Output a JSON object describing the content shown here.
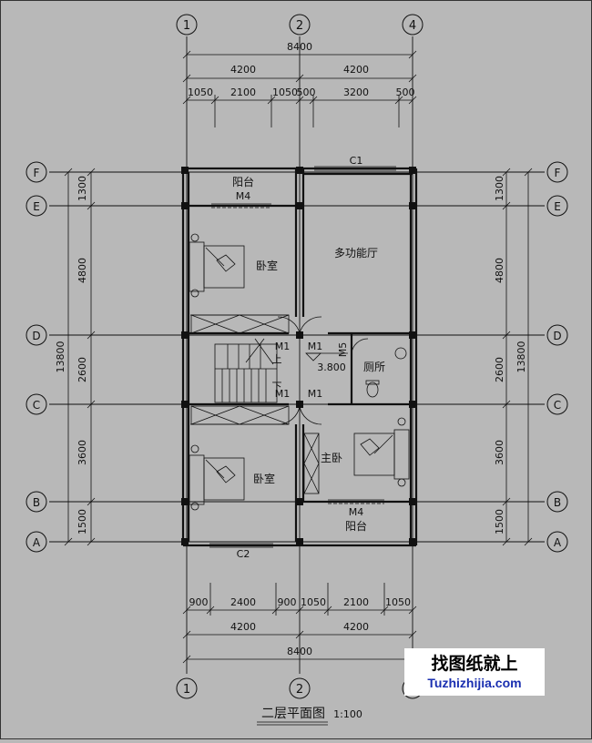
{
  "plan": {
    "title": "二层平面图",
    "scale": "1:100",
    "axes_vertical": [
      "1",
      "2",
      "4"
    ],
    "axes_horizontal": [
      "F",
      "E",
      "D",
      "C",
      "B",
      "A"
    ],
    "dims_top": {
      "total": "8400",
      "halves": [
        "4200",
        "4200"
      ],
      "segments": [
        "1050",
        "2100",
        "1050",
        "500",
        "3200",
        "500"
      ]
    },
    "dims_bottom": {
      "total": "8400",
      "halves": [
        "4200",
        "4200"
      ],
      "segments": [
        "900",
        "2400",
        "900",
        "1050",
        "2100",
        "1050"
      ]
    },
    "dims_left": {
      "total": "13800",
      "segments": [
        "1300",
        "4800",
        "2600",
        "3600",
        "1500"
      ]
    },
    "dims_right": {
      "total": "13800",
      "segments": [
        "1300",
        "4800",
        "2600",
        "3600",
        "1500"
      ]
    },
    "rooms": {
      "balcony_top": "阳台",
      "bedroom_nw": "卧室",
      "multi_hall": "多功能厅",
      "toilet": "厕所",
      "bedroom_sw": "卧室",
      "master_bedroom": "主卧",
      "balcony_bottom": "阳台"
    },
    "tags": {
      "window_c1": "C1",
      "window_c2": "C2",
      "door_m4_top": "M4",
      "door_m4_bottom": "M4",
      "door_m1_a": "M1",
      "door_m1_b": "M1",
      "door_m1_c": "M1",
      "door_m1_d": "M1",
      "door_m5": "M5",
      "stair_up": "上",
      "stair_down": "下",
      "elevation": "3.800"
    }
  },
  "watermark": {
    "cn": "找图纸就上",
    "en": "Tuzhizhijia.com"
  }
}
